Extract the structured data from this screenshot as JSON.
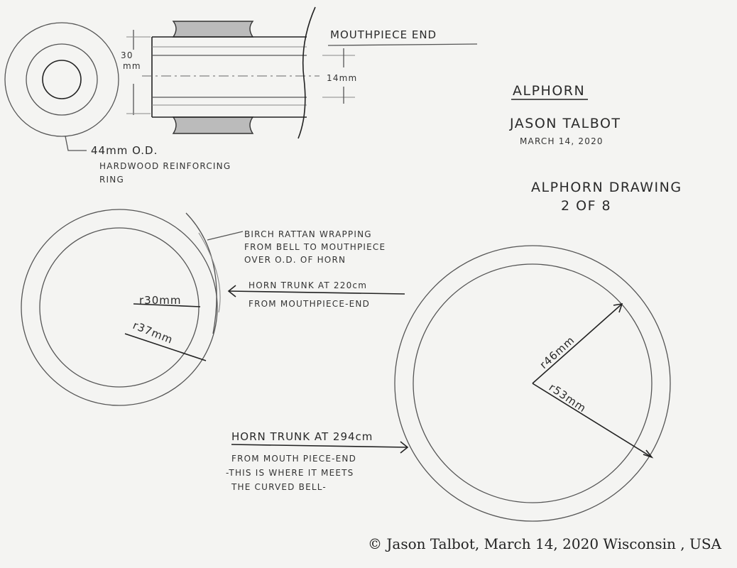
{
  "mouthpiece": {
    "title": "MOUTHPIECE END",
    "dim_height_value": "30",
    "dim_height_unit": "mm",
    "dim_bore": "14mm",
    "ring_od": "44mm O.D.",
    "ring_desc_1": "HARDWOOD REINFORCING",
    "ring_desc_2": "RING"
  },
  "title_block": {
    "title": "ALPHORN",
    "author": "JASON TALBOT",
    "date": "MARCH 14, 2020",
    "sheet_1": "ALPHORN DRAWING",
    "sheet_2": "2 OF 8"
  },
  "section_220": {
    "wrap_1": "BIRCH RATTAN WRAPPING",
    "wrap_2": "FROM BELL TO MOUTHPIECE",
    "wrap_3": "OVER O.D. OF HORN",
    "label": "HORN TRUNK AT 220cm",
    "sub": "FROM MOUTHPIECE-END",
    "r_inner": "r30mm",
    "r_outer": "r37mm"
  },
  "section_294": {
    "label": "HORN TRUNK AT 294cm",
    "line_1": "FROM MOUTH PIECE-END",
    "line_2": "-THIS IS WHERE IT MEETS",
    "line_3": "THE CURVED BELL-",
    "r_inner": "r46mm",
    "r_outer": "r53mm"
  },
  "copyright": "© Jason Talbot, March 14, 2020  Wisconsin , USA"
}
